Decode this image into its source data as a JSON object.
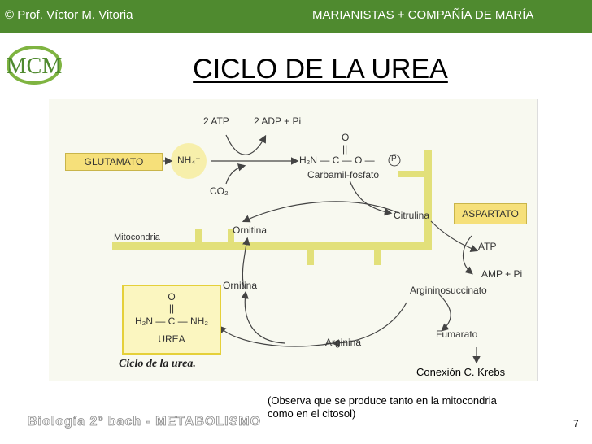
{
  "header": {
    "left": "© Prof. Víctor M. Vitoria",
    "right": "MARIANISTAS + COMPAÑÍA DE MARÍA",
    "logo_text": "MCM",
    "bar_color": "#4f8a2f"
  },
  "title": "CICLO DE LA UREA",
  "diagram": {
    "glutamato": "GLUTAMATO",
    "nh4": "NH₄⁺",
    "atp_in": "2 ATP",
    "adp_out": "2 ADP + Pi",
    "co2": "CO₂",
    "carbamil_o": "O",
    "carbamil_bond": "||",
    "carbamil_formula": "H₂N — C — O —",
    "carbamil_p": "P",
    "carbamil_name": "Carbamil-fosfato",
    "mitocondria": "Mitocondria",
    "ornitina_top": "Ornitina",
    "citrulina": "Citrulina",
    "aspartato": "ASPARTATO",
    "atp": "ATP",
    "amp": "AMP + Pi",
    "ornitina_bottom": "Ornitina",
    "argininosuccinato": "Argininosuccinato",
    "fumarato": "Fumarato",
    "arginina": "Arginina",
    "urea_o": "O",
    "urea_bond": "||",
    "urea_formula": "H₂N — C — NH₂",
    "urea_name": "UREA",
    "caption": "Ciclo de la urea.",
    "krebs": "Conexión C. Krebs",
    "membrane_color": "#dcdc6a"
  },
  "note": {
    "line1": "(Observa que se produce tanto en la mitocondria",
    "line2": "como en el citosol)"
  },
  "footer": "Biología 2º bach - METABOLISMO",
  "page_number": "7"
}
